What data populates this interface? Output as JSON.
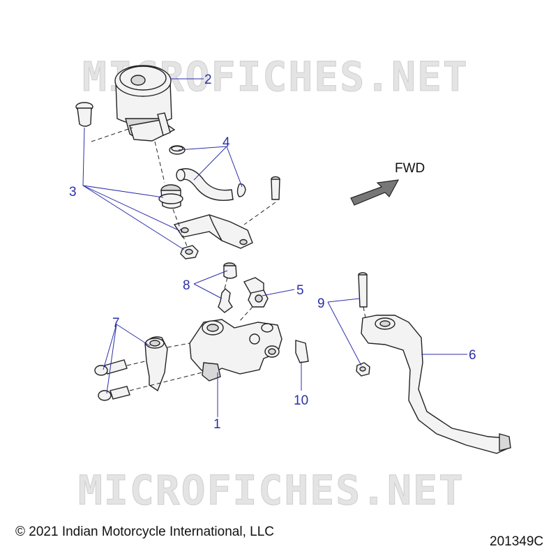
{
  "watermark": {
    "top": "MICROFICHES.NET",
    "bottom": "MICROFICHES.NET"
  },
  "direction_label": "FWD",
  "callouts": {
    "c1": "1",
    "c2": "2",
    "c3": "3",
    "c4": "4",
    "c5": "5",
    "c6": "6",
    "c7": "7",
    "c8": "8",
    "c9": "9",
    "c10": "10"
  },
  "copyright": "© 2021 Indian Motorcycle International, LLC",
  "document_number": "201349C",
  "colors": {
    "callout": "#2b2fa8",
    "line_art": "#222222"
  }
}
